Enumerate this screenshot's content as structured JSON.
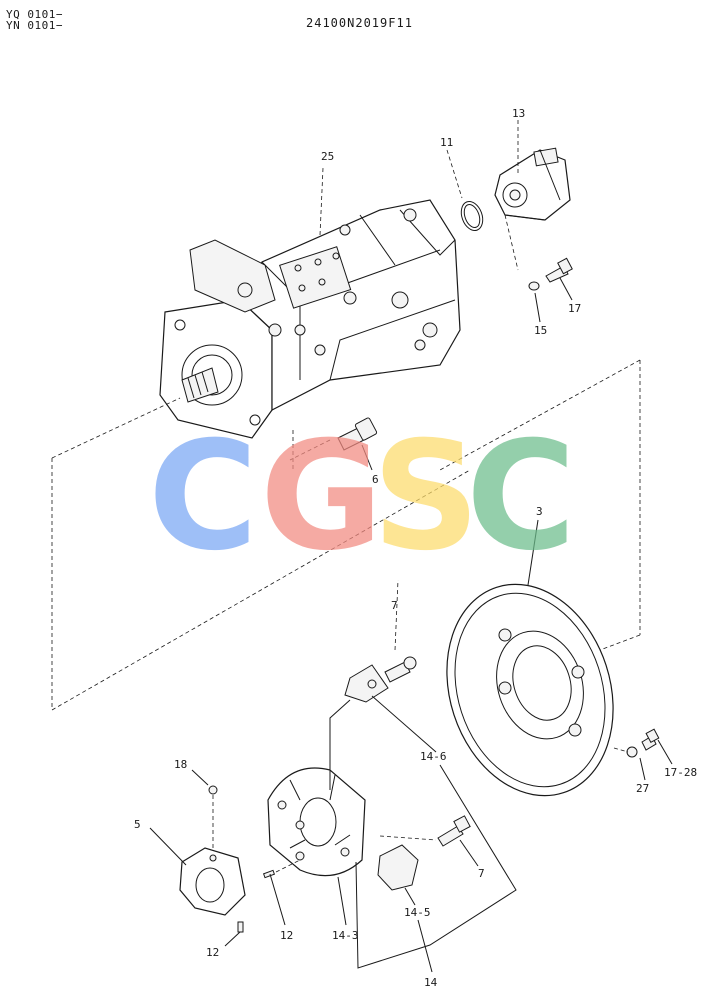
{
  "header": {
    "applicability_1": "YQ 0101−",
    "applicability_2": "YN 0101−",
    "drawing_number": "24100N2019F11"
  },
  "watermark": {
    "letters": [
      "C",
      "G",
      "S",
      "C"
    ],
    "colors": [
      "#7aa7f5",
      "#f28a80",
      "#fddc6c",
      "#6bbd8b"
    ]
  },
  "callouts": {
    "p25": "25",
    "p11": "11",
    "p13": "13",
    "p15": "15",
    "p17": "17",
    "p6": "6",
    "p3": "3",
    "p7a": "7",
    "p7b": "7",
    "p146": "14-6",
    "p18": "18",
    "p5": "5",
    "p27": "27",
    "p1728": "17-28",
    "p12a": "12",
    "p12b": "12",
    "p143": "14-3",
    "p145": "14-5",
    "p14": "14"
  }
}
